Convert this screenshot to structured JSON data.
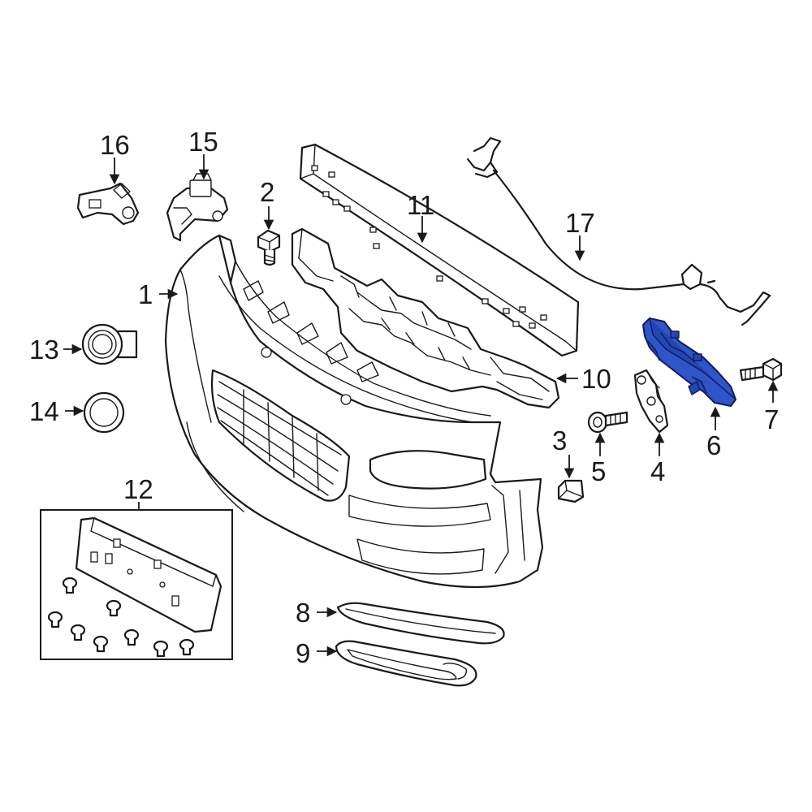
{
  "highlight_color": "#2f55c9",
  "highlighted_part": "6",
  "callouts": {
    "c1": "1",
    "c2": "2",
    "c3": "3",
    "c4": "4",
    "c5": "5",
    "c6": "6",
    "c7": "7",
    "c8": "8",
    "c9": "9",
    "c10": "10",
    "c11": "11",
    "c12": "12",
    "c13": "13",
    "c14": "14",
    "c15": "15",
    "c16": "16",
    "c17": "17"
  }
}
